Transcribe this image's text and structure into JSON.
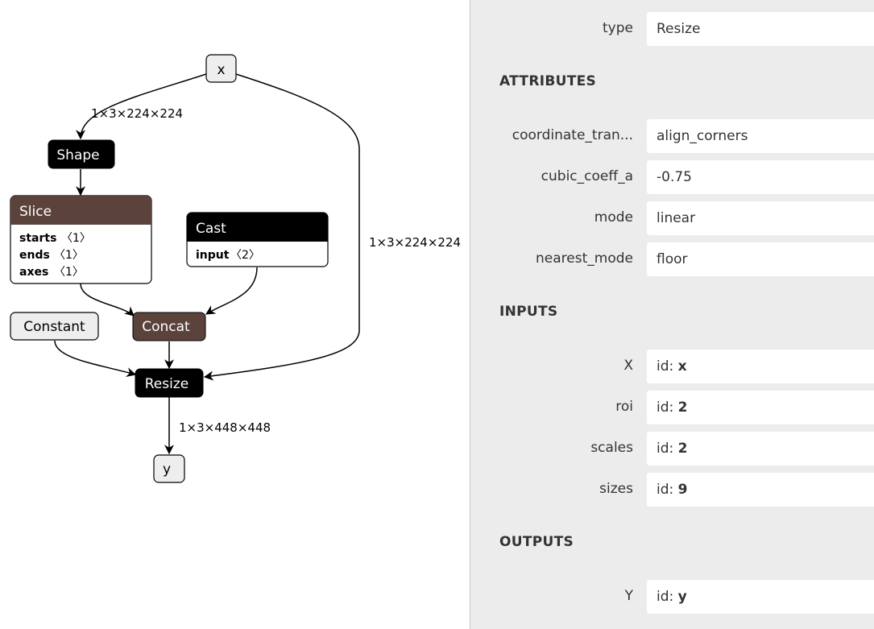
{
  "graph": {
    "nodes": {
      "x": "x",
      "shape": "Shape",
      "slice": "Slice",
      "slice_attrs": [
        {
          "name": "starts",
          "value": "〈1〉"
        },
        {
          "name": "ends",
          "value": "〈1〉"
        },
        {
          "name": "axes",
          "value": "〈1〉"
        }
      ],
      "cast": "Cast",
      "cast_attr": {
        "name": "input",
        "value": "〈2〉"
      },
      "constant": "Constant",
      "concat": "Concat",
      "resize": "Resize",
      "y": "y"
    },
    "edge_labels": {
      "x_to_shape": "1×3×224×224",
      "x_to_resize": "1×3×224×224",
      "resize_to_y": "1×3×448×448"
    },
    "colors": {
      "black_node": "#000000",
      "brown_node": "#5b433c",
      "light_node": "#eeeeee"
    }
  },
  "sidebar": {
    "type_label": "type",
    "type_value": "Resize",
    "attributes_heading": "ATTRIBUTES",
    "attributes": [
      {
        "label": "coordinate_tran...",
        "value": "align_corners"
      },
      {
        "label": "cubic_coeff_a",
        "value": "-0.75"
      },
      {
        "label": "mode",
        "value": "linear"
      },
      {
        "label": "nearest_mode",
        "value": "floor"
      }
    ],
    "inputs_heading": "INPUTS",
    "inputs": [
      {
        "label": "X",
        "prefix": "id: ",
        "id": "x"
      },
      {
        "label": "roi",
        "prefix": "id: ",
        "id": "2"
      },
      {
        "label": "scales",
        "prefix": "id: ",
        "id": "2"
      },
      {
        "label": "sizes",
        "prefix": "id: ",
        "id": "9"
      }
    ],
    "outputs_heading": "OUTPUTS",
    "outputs": [
      {
        "label": "Y",
        "prefix": "id: ",
        "id": "y"
      }
    ]
  }
}
